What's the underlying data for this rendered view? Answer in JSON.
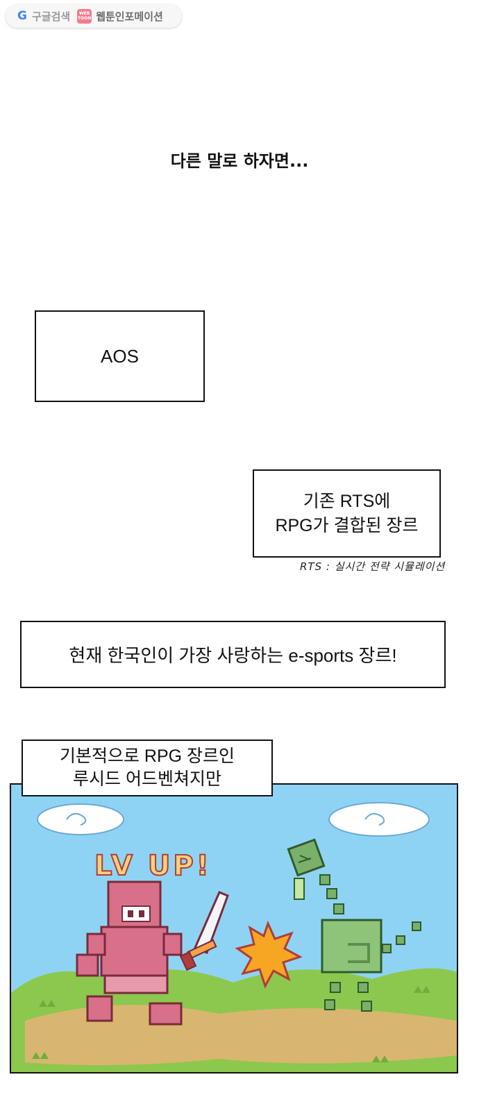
{
  "browser_bar": {
    "search_label": "구글검색",
    "site_label": "웹툰인포메이션",
    "site_icon_text": [
      "WEB",
      "TOON"
    ]
  },
  "captions": {
    "intro": "다른 말로 하자면...",
    "aos": "AOS",
    "rts_line1": "기존 RTS에",
    "rts_line2": "RPG가 결합된 장르",
    "rts_note": "RTS : 실시간 전략 시뮬레이션",
    "esports": "현재 한국인이 가장 사랑하는 e-sports 장르!",
    "rpg_line1": "기본적으로 RPG 장르인",
    "rpg_line2": "루시드 어드벤쳐지만"
  },
  "illustration": {
    "lv_up_text": "LV UP!",
    "colors": {
      "sky": "#8fd3f4",
      "grass": "#8cc84e",
      "dirt": "#d9b66f",
      "knight": "#d9708a",
      "monster": "#7ab06a",
      "burst": "#f6a623"
    }
  }
}
